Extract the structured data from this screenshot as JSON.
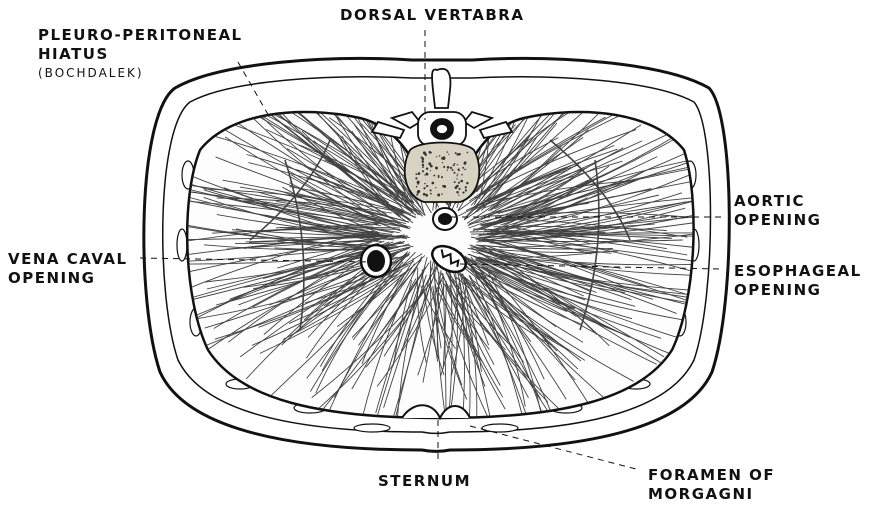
{
  "labels": {
    "dorsal_vertabra": "DORSAL VERTABRA",
    "pleuro_line1": "PLEURO-PERITONEAL",
    "pleuro_line2": "HIATUS",
    "pleuro_line3": "(BOCHDALEK)",
    "aortic_line1": "AORTIC",
    "aortic_line2": "OPENING",
    "vena_line1": "VENA CAVAL",
    "vena_line2": "OPENING",
    "esoph_line1": "ESOPHAGEAL",
    "esoph_line2": "OPENING",
    "sternum": "STERNUM",
    "foramen_line1": "FORAMEN OF",
    "foramen_line2": "MORGAGNI"
  },
  "colors": {
    "ink": "#111111",
    "paper": "#ffffff",
    "marrow": "#d8d2c2"
  }
}
